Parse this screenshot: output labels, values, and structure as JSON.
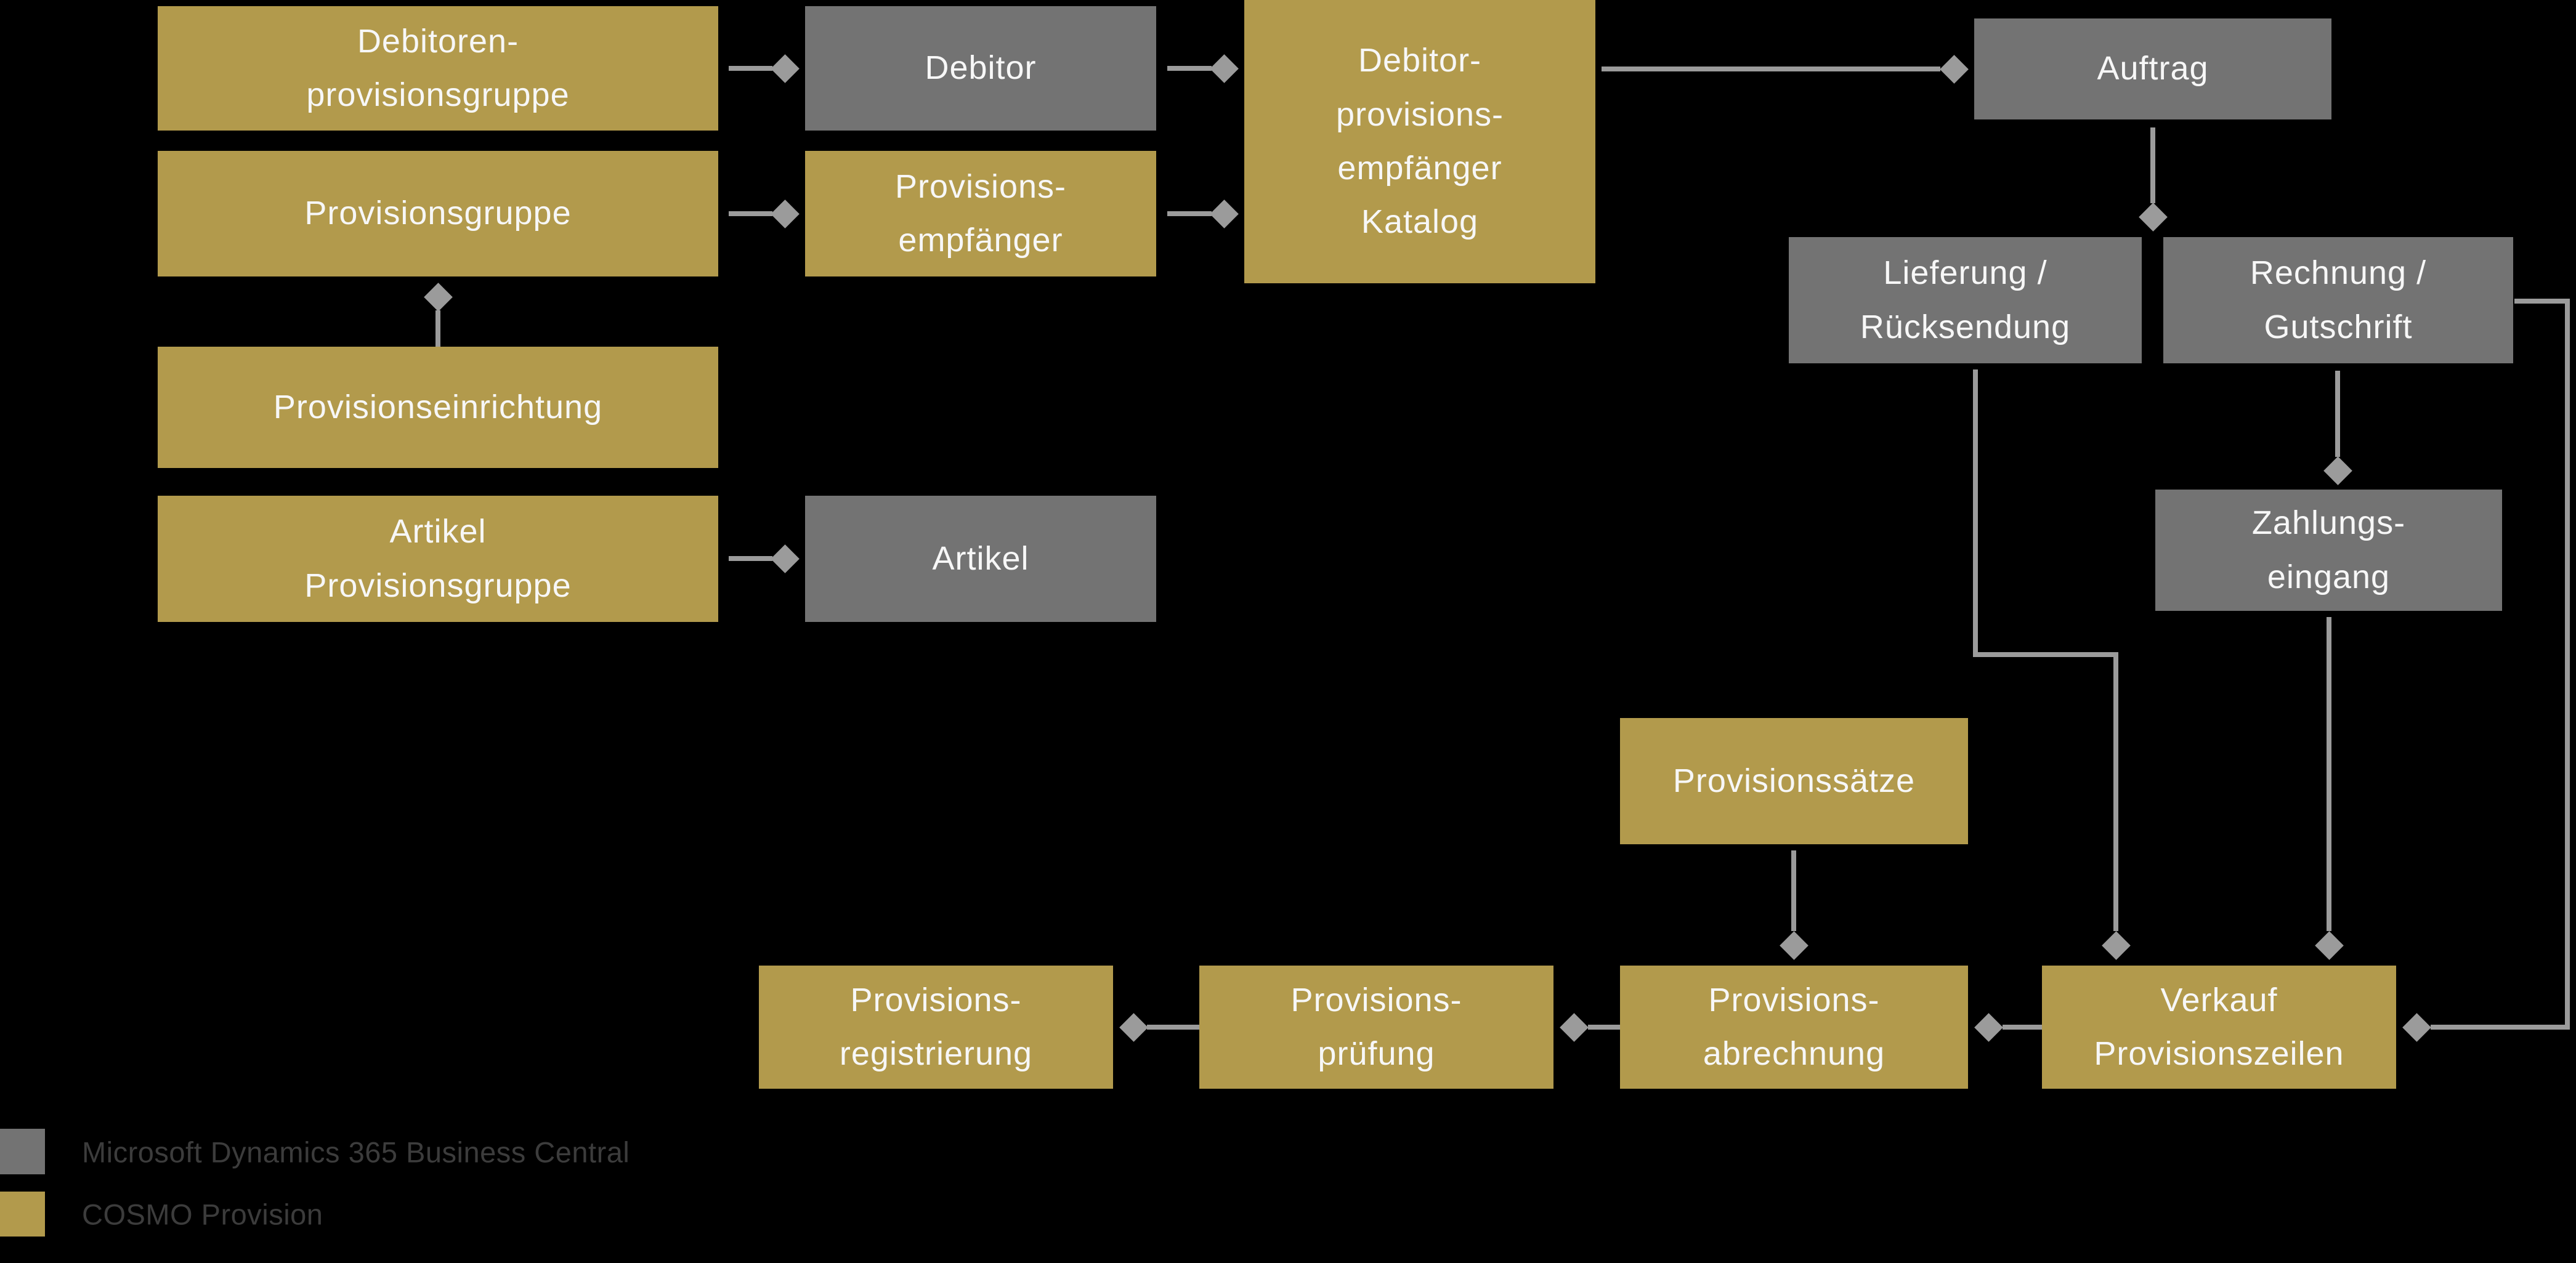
{
  "colors": {
    "background": "#000000",
    "cosmo_gold": "#B29A4C",
    "bc_gray": "#737373",
    "connector_gray": "#9B9B9B",
    "node_text": "#F7F7F7",
    "legend_text": "#3C3C3C"
  },
  "diagram": {
    "nodes": [
      {
        "id": "debitoren_provisionsgruppe",
        "category": "cosmo",
        "label": "Debitoren-\nprovisionsgruppe"
      },
      {
        "id": "debitor",
        "category": "bc",
        "label": "Debitor"
      },
      {
        "id": "debitor_provisions_empfaenger_katalog",
        "category": "cosmo",
        "label": "Debitor-\nprovisions-\nempfänger\nKatalog"
      },
      {
        "id": "auftrag",
        "category": "bc",
        "label": "Auftrag"
      },
      {
        "id": "provisionsgruppe",
        "category": "cosmo",
        "label": "Provisionsgruppe"
      },
      {
        "id": "provisions_empfaenger",
        "category": "cosmo",
        "label": "Provisions-\nempfänger"
      },
      {
        "id": "provisionseinrichtung",
        "category": "cosmo",
        "label": "Provisionseinrichtung"
      },
      {
        "id": "artikel_provisionsgruppe",
        "category": "cosmo",
        "label": "Artikel\nProvisionsgruppe"
      },
      {
        "id": "artikel",
        "category": "bc",
        "label": "Artikel"
      },
      {
        "id": "lieferung_ruecksendung",
        "category": "bc",
        "label": "Lieferung /\nRücksendung"
      },
      {
        "id": "rechnung_gutschrift",
        "category": "bc",
        "label": "Rechnung /\nGutschrift"
      },
      {
        "id": "zahlungseingang",
        "category": "bc",
        "label": "Zahlungs-\neingang"
      },
      {
        "id": "provisionssaetze",
        "category": "cosmo",
        "label": "Provisionssätze"
      },
      {
        "id": "provisions_registrierung",
        "category": "cosmo",
        "label": "Provisions-\nregistrierung"
      },
      {
        "id": "provisions_pruefung",
        "category": "cosmo",
        "label": "Provisions-\nprüfung"
      },
      {
        "id": "provisions_abrechnung",
        "category": "cosmo",
        "label": "Provisions-\nabrechnung"
      },
      {
        "id": "verkauf_provisionszeilen",
        "category": "cosmo",
        "label": "Verkauf\nProvisionszeilen"
      }
    ],
    "connectors": [
      {
        "id": "c1",
        "from": "debitoren_provisionsgruppe",
        "to": "debitor",
        "arrowhead": "diamond"
      },
      {
        "id": "c2",
        "from": "debitor",
        "to": "debitor_provisions_empfaenger_katalog",
        "arrowhead": "diamond"
      },
      {
        "id": "c3",
        "from": "provisionsgruppe",
        "to": "provisions_empfaenger",
        "arrowhead": "diamond"
      },
      {
        "id": "c4",
        "from": "provisions_empfaenger",
        "to": "debitor_provisions_empfaenger_katalog",
        "arrowhead": "diamond"
      },
      {
        "id": "c5",
        "from": "provisionseinrichtung",
        "to": "provisionsgruppe",
        "arrowhead": "diamond"
      },
      {
        "id": "c6",
        "from": "artikel_provisionsgruppe",
        "to": "artikel",
        "arrowhead": "diamond"
      },
      {
        "id": "c7",
        "from": "debitor_provisions_empfaenger_katalog",
        "to": "auftrag",
        "arrowhead": "diamond"
      },
      {
        "id": "c8",
        "from": "auftrag",
        "to": "lieferung_rechnung_junction",
        "arrowhead": "diamond"
      },
      {
        "id": "c9",
        "from": "rechnung_gutschrift",
        "to": "zahlungseingang",
        "arrowhead": "diamond"
      },
      {
        "id": "c10",
        "from": "zahlungseingang",
        "to": "verkauf_provisionszeilen",
        "arrowhead": "diamond"
      },
      {
        "id": "c11",
        "from": "lieferung_ruecksendung",
        "to": "verkauf_provisionszeilen",
        "arrowhead": "diamond"
      },
      {
        "id": "c12",
        "from": "rechnung_gutschrift",
        "to": "verkauf_provisionszeilen",
        "arrowhead": "diamond"
      },
      {
        "id": "c13",
        "from": "verkauf_provisionszeilen",
        "to": "provisions_abrechnung",
        "arrowhead": "diamond"
      },
      {
        "id": "c14",
        "from": "provisions_abrechnung",
        "to": "provisions_pruefung",
        "arrowhead": "diamond"
      },
      {
        "id": "c15",
        "from": "provisions_pruefung",
        "to": "provisions_registrierung",
        "arrowhead": "diamond"
      },
      {
        "id": "c16",
        "from": "provisionssaetze",
        "to": "provisions_abrechnung",
        "arrowhead": "diamond"
      }
    ]
  },
  "legend": {
    "items": [
      {
        "id": "bc",
        "label": "Microsoft Dynamics 365 Business Central",
        "color": "#737373"
      },
      {
        "id": "cosmo",
        "label": "COSMO Provision",
        "color": "#B29A4C"
      }
    ]
  }
}
